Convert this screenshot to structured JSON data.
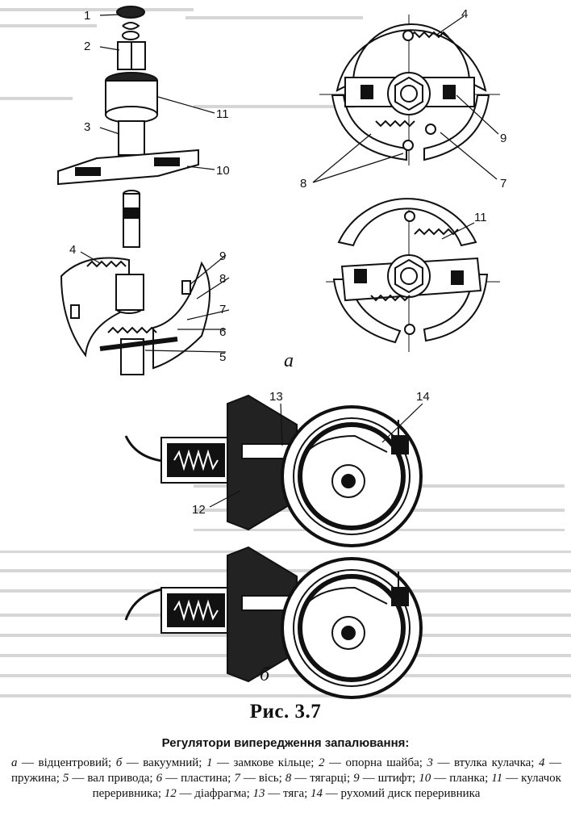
{
  "figure": {
    "number": "Рис. 3.7",
    "caption": "Регулятори випередження запалювання:",
    "sub_a": "а",
    "sub_b": "б"
  },
  "callouts": [
    "1",
    "2",
    "3",
    "4",
    "5",
    "6",
    "7",
    "8",
    "9",
    "10",
    "11",
    "12",
    "13",
    "14"
  ],
  "legend": [
    {
      "key": "а",
      "text": "відцентровий"
    },
    {
      "key": "б",
      "text": "вакуумний"
    },
    {
      "key": "1",
      "text": "замкове кільце"
    },
    {
      "key": "2",
      "text": "опорна шайба"
    },
    {
      "key": "3",
      "text": "втулка кулачка"
    },
    {
      "key": "4",
      "text": "пружина"
    },
    {
      "key": "5",
      "text": "вал привода"
    },
    {
      "key": "6",
      "text": "пластина"
    },
    {
      "key": "7",
      "text": "вісь"
    },
    {
      "key": "8",
      "text": "тягарці"
    },
    {
      "key": "9",
      "text": "штифт"
    },
    {
      "key": "10",
      "text": "планка"
    },
    {
      "key": "11",
      "text": "кулачок переривника"
    },
    {
      "key": "12",
      "text": "діафрагма"
    },
    {
      "key": "13",
      "text": "тяга"
    },
    {
      "key": "14",
      "text": "рухомий диск переривника"
    }
  ],
  "colors": {
    "ink": "#111111",
    "paper": "#ffffff",
    "bleed_through": "#d6d6d6"
  }
}
